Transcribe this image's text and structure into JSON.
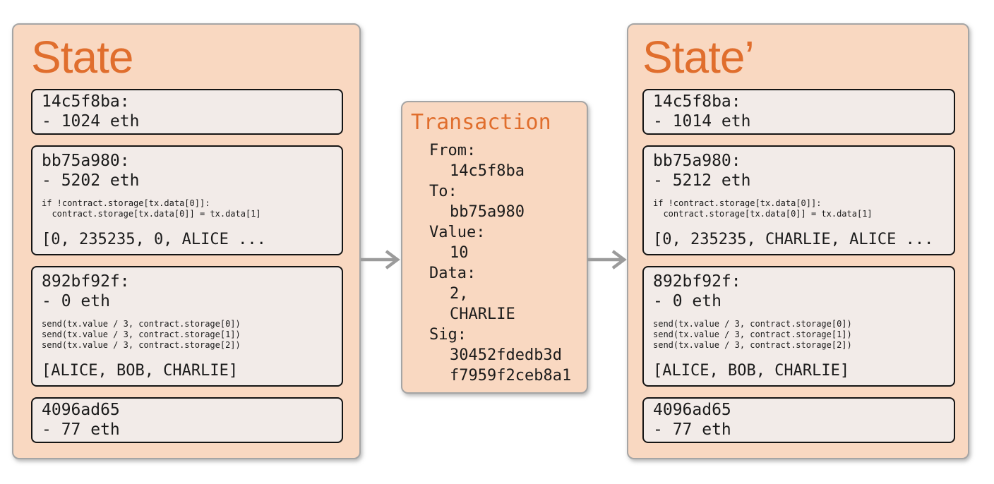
{
  "colors": {
    "panel_bg": "#f9d8c1",
    "box_bg": "#f2ebe8",
    "title_orange": "#e06e2d",
    "panel_border_gray": "#a5a5a5",
    "box_border_black": "#141414",
    "arrow_gray": "#9b9b9b",
    "text": "#1b1b1b"
  },
  "state": {
    "title": "State",
    "accounts": [
      {
        "address": "14c5f8ba:",
        "balance": "- 1024 eth"
      },
      {
        "address": "bb75a980:",
        "balance": "- 5202 eth",
        "code": "if !contract.storage[tx.data[0]]:\n  contract.storage[tx.data[0]] = tx.data[1]",
        "storage": "[0, 235235, 0, ALICE ..."
      },
      {
        "address": "892bf92f:",
        "balance": "- 0 eth",
        "code": "send(tx.value / 3, contract.storage[0])\nsend(tx.value / 3, contract.storage[1])\nsend(tx.value / 3, contract.storage[2])",
        "storage": "[ALICE, BOB, CHARLIE]"
      },
      {
        "address": "4096ad65",
        "balance": "- 77 eth"
      }
    ]
  },
  "transaction": {
    "title": "Transaction",
    "fields": [
      {
        "label": "From:",
        "values": [
          "14c5f8ba"
        ]
      },
      {
        "label": "To:",
        "values": [
          "bb75a980"
        ]
      },
      {
        "label": "Value:",
        "values": [
          "10"
        ]
      },
      {
        "label": "Data:",
        "values": [
          "2,",
          "CHARLIE"
        ]
      },
      {
        "label": "Sig:",
        "values": [
          "30452fdedb3d",
          "f7959f2ceb8a1"
        ]
      }
    ]
  },
  "state_prime": {
    "title": "State’",
    "accounts": [
      {
        "address": "14c5f8ba:",
        "balance": "- 1014 eth"
      },
      {
        "address": "bb75a980:",
        "balance": "- 5212 eth",
        "code": "if !contract.storage[tx.data[0]]:\n  contract.storage[tx.data[0]] = tx.data[1]",
        "storage": "[0, 235235, CHARLIE, ALICE ..."
      },
      {
        "address": "892bf92f:",
        "balance": "- 0 eth",
        "code": "send(tx.value / 3, contract.storage[0])\nsend(tx.value / 3, contract.storage[1])\nsend(tx.value / 3, contract.storage[2])",
        "storage": "[ALICE, BOB, CHARLIE]"
      },
      {
        "address": "4096ad65",
        "balance": "- 77 eth"
      }
    ]
  }
}
